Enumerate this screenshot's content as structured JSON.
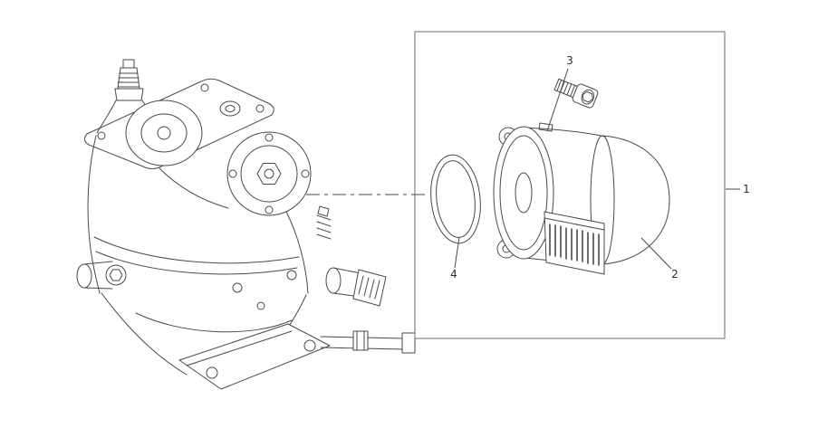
{
  "diagram": {
    "background_color": "#ffffff",
    "line_color": "#4a4a4a",
    "box_color": "#6b6b6b",
    "callouts": [
      {
        "label": "1"
      },
      {
        "label": "2"
      },
      {
        "label": "3"
      },
      {
        "label": "4"
      }
    ]
  }
}
